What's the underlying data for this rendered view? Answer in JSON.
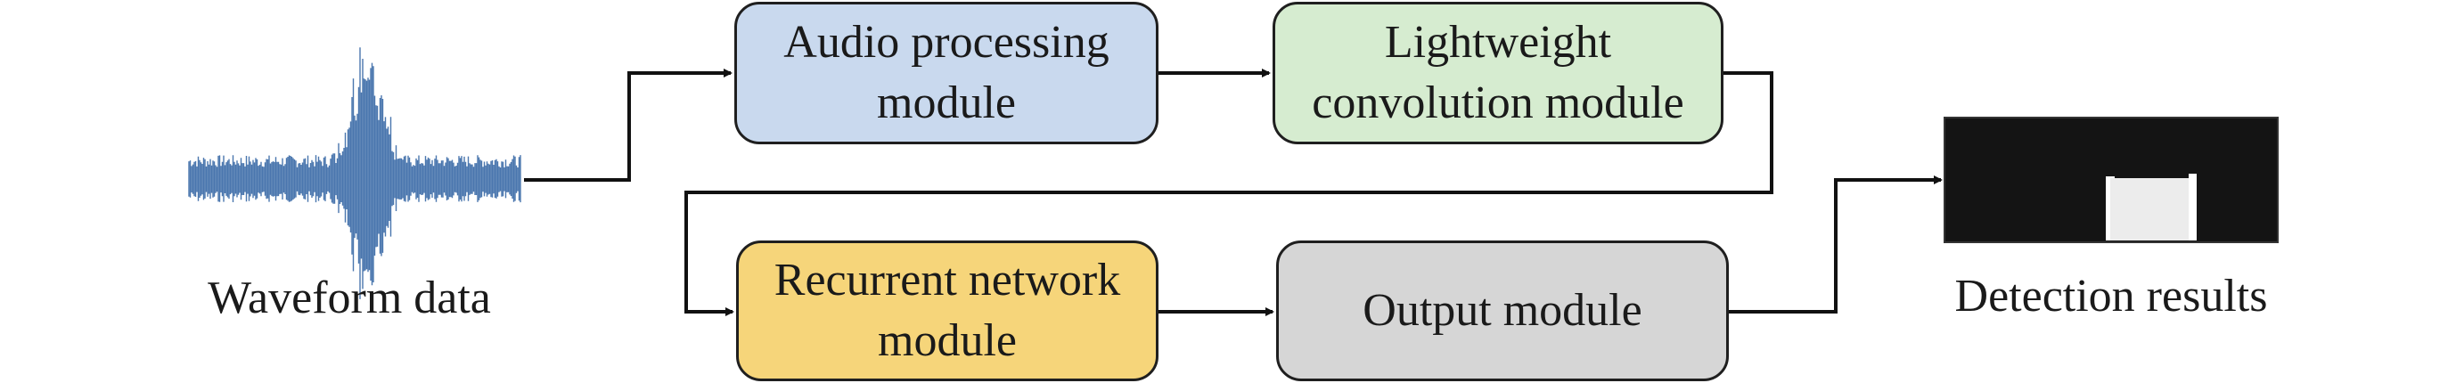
{
  "diagram": {
    "nodes": [
      {
        "id": "audio",
        "label_line1": "Audio processing",
        "label_line2": "module",
        "color": "#c9d9ee"
      },
      {
        "id": "conv",
        "label_line1": "Lightweight",
        "label_line2": "convolution module",
        "color": "#d6ecd0"
      },
      {
        "id": "rnn",
        "label_line1": "Recurrent network",
        "label_line2": "module",
        "color": "#f6d57a"
      },
      {
        "id": "output",
        "label_line1": "Output module",
        "label_line2": "",
        "color": "#d6d6d6"
      }
    ],
    "waveform_caption": "Waveform data",
    "results_caption": "Detection results",
    "waveform_color": "#4a76ae",
    "arrow_color": "#111111"
  }
}
